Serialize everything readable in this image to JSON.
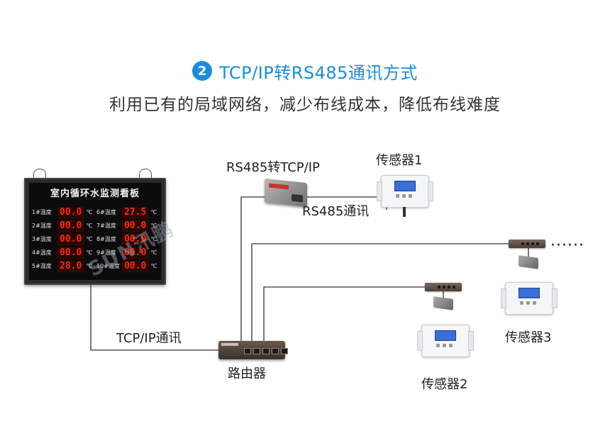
{
  "header": {
    "step_number": "2",
    "title": "TCP/IP转RS485通讯方式",
    "subtitle": "利用已有的局域网络，减少布线成本，降低布线难度"
  },
  "board": {
    "title": "室内循环水监测看板",
    "unit": "℃",
    "rows": [
      {
        "left_label": "1#温度",
        "left_value": "00.0",
        "right_label": "6#温度",
        "right_value": "27.5"
      },
      {
        "left_label": "2#温度",
        "left_value": "00.0",
        "right_label": "7#温度",
        "right_value": "00.0"
      },
      {
        "left_label": "3#温度",
        "left_value": "00.0",
        "right_label": "8#温度",
        "right_value": "00.0"
      },
      {
        "left_label": "4#温度",
        "left_value": "00.0",
        "right_label": "9#温度",
        "right_value": "00.0"
      },
      {
        "left_label": "5#温度",
        "left_value": "28.0",
        "right_label": "10#温度",
        "right_value": "00.0"
      }
    ],
    "watermark": "SUN汛鹏"
  },
  "labels": {
    "converter": "RS485转TCP/IP",
    "rs485_link": "RS485通讯",
    "tcpip_link": "TCP/IP通讯",
    "router": "路由器",
    "sensor1": "传感器1",
    "sensor2": "传感器2",
    "sensor3": "传感器3",
    "more": "······"
  },
  "colors": {
    "accent": "#1a8de0",
    "led": "#ff2a10",
    "wire": "#333333"
  }
}
